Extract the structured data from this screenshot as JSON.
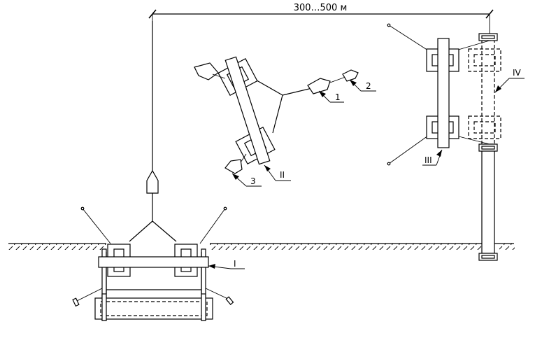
{
  "dimension": {
    "distance_label": "300…500 м"
  },
  "labels": {
    "pos_1": "I",
    "pos_2": "II",
    "pos_3": "III",
    "pos_4": "IV",
    "num_1": "1",
    "num_2": "2",
    "num_3": "3"
  }
}
